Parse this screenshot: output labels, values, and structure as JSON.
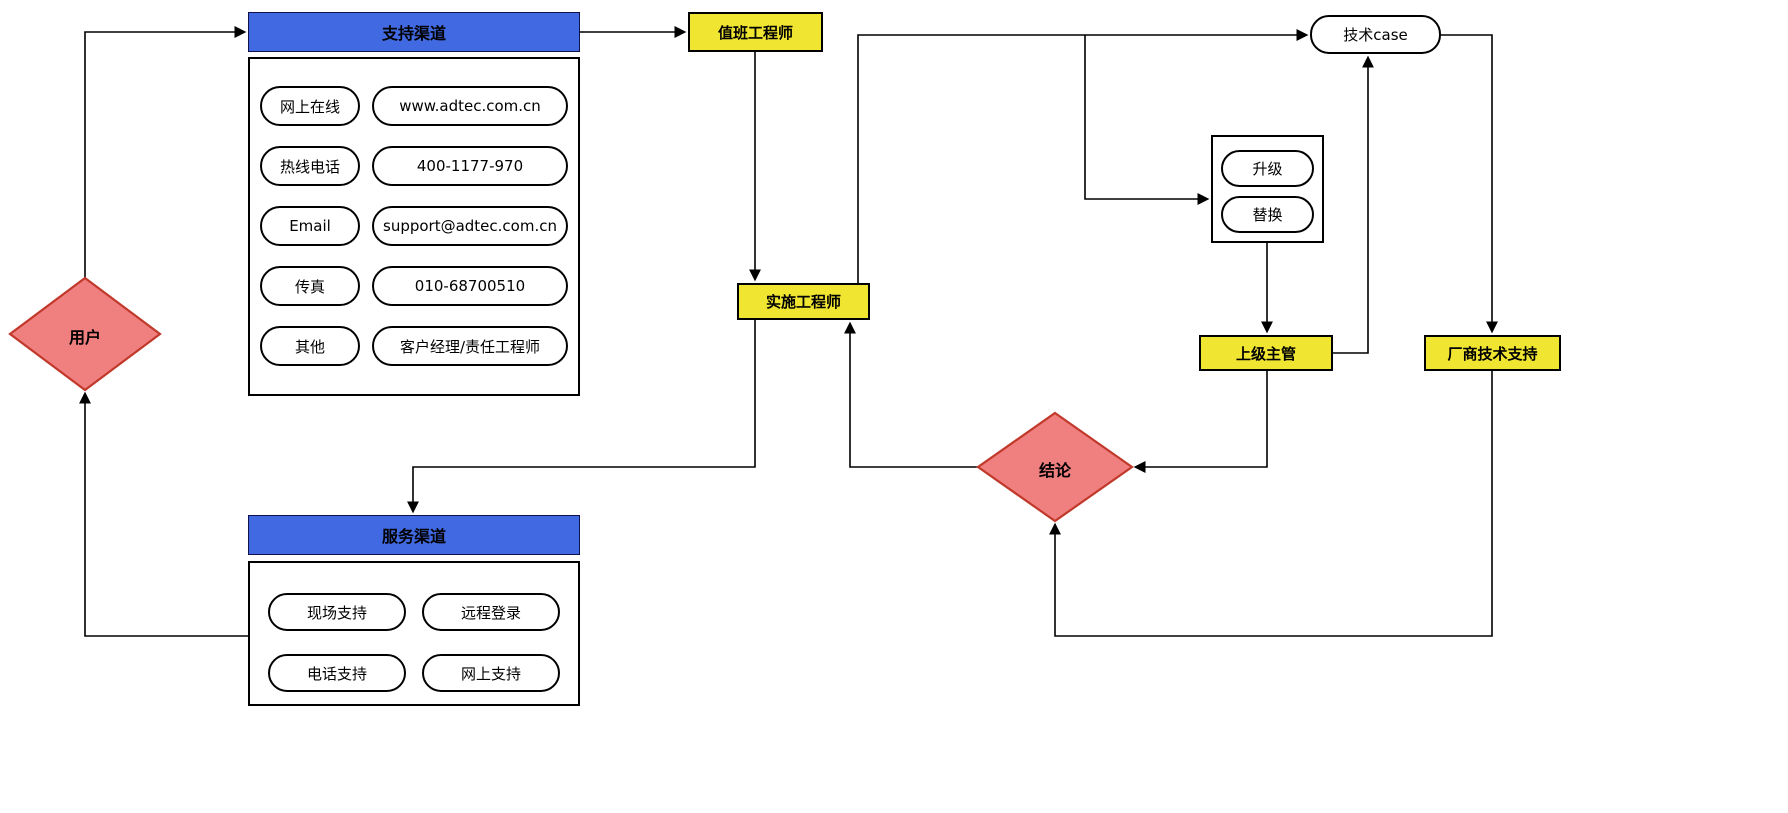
{
  "colors": {
    "blue": "#4169e1",
    "yellow": "#f0e632",
    "red": "#f07f7f",
    "red-border": "#c0392b",
    "line": "#000000"
  },
  "nodes": {
    "user": {
      "label": "用户"
    },
    "support_channels": {
      "title": "支持渠道",
      "rows": [
        {
          "type": "网上在线",
          "value": "www.adtec.com.cn"
        },
        {
          "type": "热线电话",
          "value": "400-1177-970"
        },
        {
          "type": "Email",
          "value": "support@adtec.com.cn"
        },
        {
          "type": "传真",
          "value": "010-68700510"
        },
        {
          "type": "其他",
          "value": "客户经理/责任工程师"
        }
      ]
    },
    "duty_engineer": {
      "label": "值班工程师"
    },
    "implementation_engineer": {
      "label": "实施工程师"
    },
    "tech_case": {
      "label": "技术case"
    },
    "escalation": {
      "options": [
        "升级",
        "替换"
      ]
    },
    "supervisor": {
      "label": "上级主管"
    },
    "vendor_support": {
      "label": "厂商技术支持"
    },
    "conclusion": {
      "label": "结论"
    },
    "service_channels": {
      "title": "服务渠道",
      "items": [
        "现场支持",
        "远程登录",
        "电话支持",
        "网上支持"
      ]
    }
  },
  "edges": [
    {
      "from": "用户",
      "to": "支持渠道"
    },
    {
      "from": "支持渠道",
      "to": "值班工程师"
    },
    {
      "from": "值班工程师",
      "to": "实施工程师"
    },
    {
      "from": "实施工程师",
      "to": "服务渠道"
    },
    {
      "from": "服务渠道",
      "to": "用户"
    },
    {
      "from": "实施工程师",
      "to": "技术case"
    },
    {
      "from": "实施工程师",
      "to": "升级/替换"
    },
    {
      "from": "升级/替换",
      "to": "上级主管"
    },
    {
      "from": "上级主管",
      "to": "技术case"
    },
    {
      "from": "技术case",
      "to": "厂商技术支持"
    },
    {
      "from": "厂商技术支持",
      "to": "结论"
    },
    {
      "from": "上级主管",
      "to": "结论"
    },
    {
      "from": "结论",
      "to": "实施工程师"
    }
  ]
}
